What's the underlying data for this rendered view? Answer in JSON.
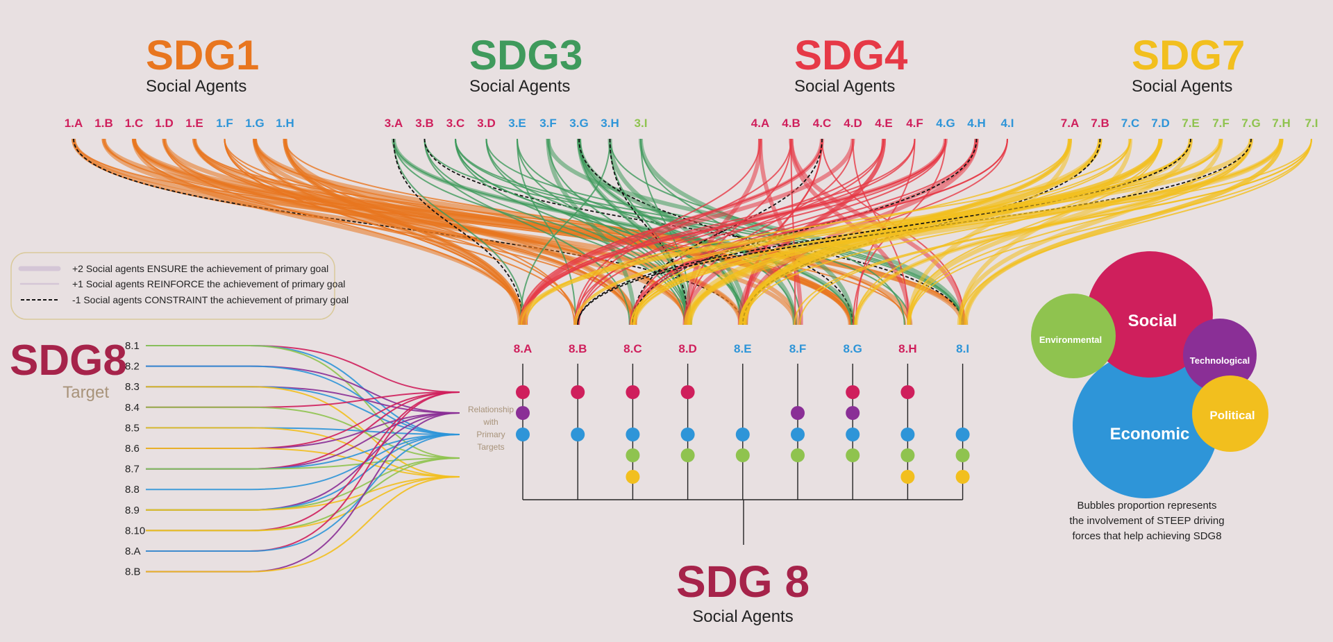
{
  "colors": {
    "sdg1": "#e8761f",
    "sdg3": "#3f9a5c",
    "sdg4": "#e63946",
    "sdg7": "#f2bf1e",
    "sdg8": "#a6234a",
    "magenta": "#cf1f5c",
    "purple": "#8a2f96",
    "blue": "#2e95d8",
    "green": "#8fc34f",
    "yellow": "#f2bf1e",
    "tan": "#a8937a",
    "background": "#e8e0e1"
  },
  "goals": [
    {
      "title": "SDG1",
      "subtitle": "Social Agents",
      "color_key": "sdg1",
      "targets": [
        {
          "code": "1.A",
          "c": "magenta"
        },
        {
          "code": "1.B",
          "c": "magenta"
        },
        {
          "code": "1.C",
          "c": "magenta"
        },
        {
          "code": "1.D",
          "c": "magenta"
        },
        {
          "code": "1.E",
          "c": "magenta"
        },
        {
          "code": "1.F",
          "c": "blue"
        },
        {
          "code": "1.G",
          "c": "blue"
        },
        {
          "code": "1.H",
          "c": "blue"
        }
      ]
    },
    {
      "title": "SDG3",
      "subtitle": "Social Agents",
      "color_key": "sdg3",
      "targets": [
        {
          "code": "3.A",
          "c": "magenta"
        },
        {
          "code": "3.B",
          "c": "magenta"
        },
        {
          "code": "3.C",
          "c": "magenta"
        },
        {
          "code": "3.D",
          "c": "magenta"
        },
        {
          "code": "3.E",
          "c": "blue"
        },
        {
          "code": "3.F",
          "c": "blue"
        },
        {
          "code": "3.G",
          "c": "blue"
        },
        {
          "code": "3.H",
          "c": "blue"
        },
        {
          "code": "3.I",
          "c": "green"
        }
      ]
    },
    {
      "title": "SDG4",
      "subtitle": "Social Agents",
      "color_key": "sdg4",
      "targets": [
        {
          "code": "4.A",
          "c": "magenta"
        },
        {
          "code": "4.B",
          "c": "magenta"
        },
        {
          "code": "4.C",
          "c": "magenta"
        },
        {
          "code": "4.D",
          "c": "magenta"
        },
        {
          "code": "4.E",
          "c": "magenta"
        },
        {
          "code": "4.F",
          "c": "magenta"
        },
        {
          "code": "4.G",
          "c": "blue"
        },
        {
          "code": "4.H",
          "c": "blue"
        },
        {
          "code": "4.I",
          "c": "blue"
        }
      ]
    },
    {
      "title": "SDG7",
      "subtitle": "Social Agents",
      "color_key": "sdg7",
      "targets": [
        {
          "code": "7.A",
          "c": "magenta"
        },
        {
          "code": "7.B",
          "c": "magenta"
        },
        {
          "code": "7.C",
          "c": "blue"
        },
        {
          "code": "7.D",
          "c": "blue"
        },
        {
          "code": "7.E",
          "c": "green"
        },
        {
          "code": "7.F",
          "c": "green"
        },
        {
          "code": "7.G",
          "c": "green"
        },
        {
          "code": "7.H",
          "c": "green"
        },
        {
          "code": "7.I",
          "c": "green"
        }
      ]
    }
  ],
  "sdg8_targets": [
    {
      "code": "8.A",
      "c": "magenta",
      "dots": [
        "magenta",
        "purple",
        "blue"
      ]
    },
    {
      "code": "8.B",
      "c": "magenta",
      "dots": [
        "magenta",
        "blue"
      ]
    },
    {
      "code": "8.C",
      "c": "magenta",
      "dots": [
        "magenta",
        "blue",
        "green",
        "yellow"
      ]
    },
    {
      "code": "8.D",
      "c": "magenta",
      "dots": [
        "magenta",
        "blue",
        "green"
      ]
    },
    {
      "code": "8.E",
      "c": "blue",
      "dots": [
        "blue",
        "green"
      ]
    },
    {
      "code": "8.F",
      "c": "blue",
      "dots": [
        "purple",
        "blue",
        "green"
      ]
    },
    {
      "code": "8.G",
      "c": "blue",
      "dots": [
        "magenta",
        "purple",
        "blue",
        "green"
      ]
    },
    {
      "code": "8.H",
      "c": "magenta",
      "dots": [
        "magenta",
        "blue",
        "green",
        "yellow"
      ]
    },
    {
      "code": "8.I",
      "c": "blue",
      "dots": [
        "blue",
        "green",
        "yellow"
      ]
    }
  ],
  "sdg8_target_list": {
    "title": "SDG8",
    "subtitle": "Target",
    "items": [
      "8.1",
      "8.2",
      "8.3",
      "8.4",
      "8.5",
      "8.6",
      "8.7",
      "8.8",
      "8.9",
      "8.10",
      "8.A",
      "8.B"
    ]
  },
  "dot_rows": [
    "magenta",
    "purple",
    "blue",
    "green",
    "yellow"
  ],
  "relationship_label": [
    "Relationship",
    "with",
    "Primary",
    "Targets"
  ],
  "legend": [
    {
      "weight": "+2",
      "text": "+2 Social agents ENSURE the achievement of primary goal"
    },
    {
      "weight": "+1",
      "text": "+1 Social agents REINFORCE the achievement of primary goal"
    },
    {
      "weight": "-1",
      "text": "-1  Social agents CONSTRAINT the achievement of primary goal"
    }
  ],
  "bottom_title": {
    "title": "SDG 8",
    "subtitle": "Social Agents"
  },
  "bubbles": [
    {
      "label": "Social",
      "color": "#cf1f5c"
    },
    {
      "label": "Environmental",
      "color": "#8fc34f"
    },
    {
      "label": "Technological",
      "color": "#8a2f96"
    },
    {
      "label": "Economic",
      "color": "#2e95d8"
    },
    {
      "label": "Political",
      "color": "#f2bf1e"
    }
  ],
  "bubble_caption": [
    "Bubbles proportion represents",
    "the involvement of STEEP driving",
    "forces that help achieving SDG8"
  ]
}
